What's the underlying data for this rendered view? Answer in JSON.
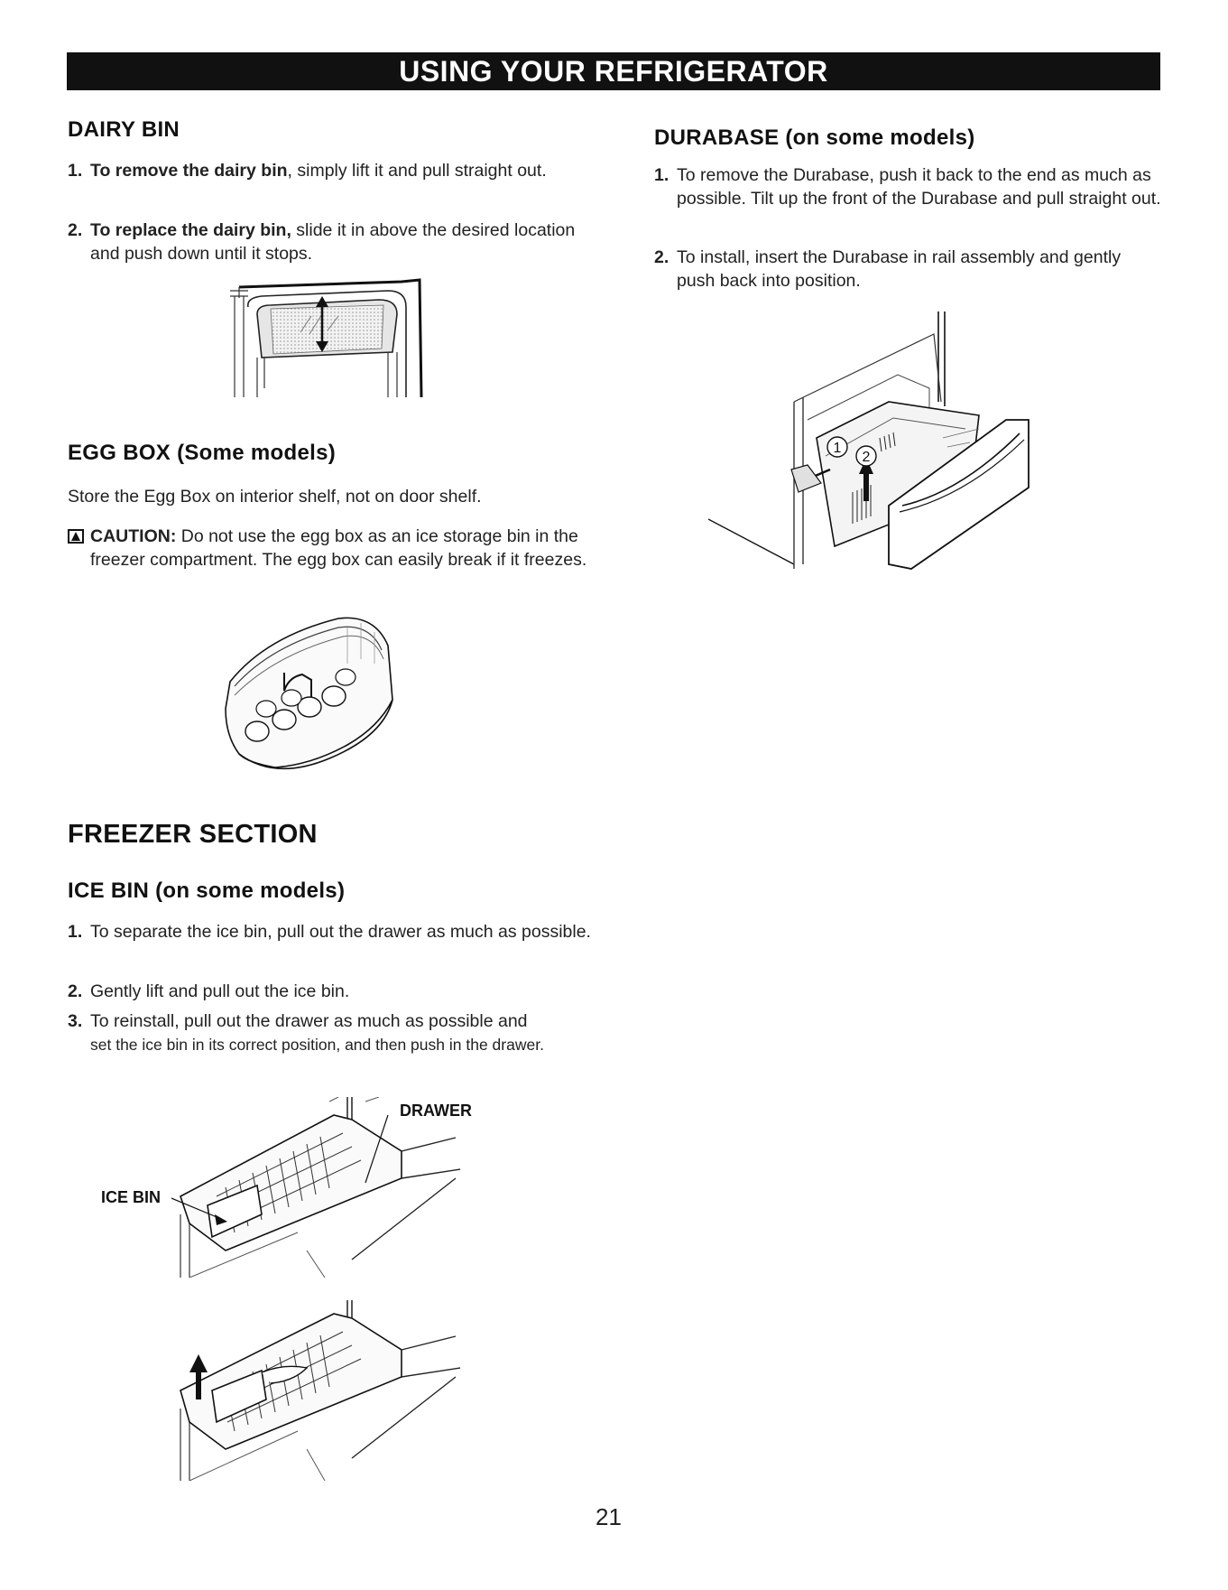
{
  "header": {
    "title": "USING YOUR REFRIGERATOR"
  },
  "dairy_bin": {
    "title": "DAIRY BIN",
    "steps": [
      {
        "num": "1.",
        "bold": "To remove the dairy bin",
        "text": ", simply lift it and pull straight out."
      },
      {
        "num": "2.",
        "bold": "To replace the dairy bin,",
        "text": " slide it in above the desired location and push down until it stops."
      }
    ]
  },
  "egg_box": {
    "title": "EGG BOX (Some models)",
    "text": "Store the Egg Box on interior shelf, not on door shelf.",
    "caution_label": "CAUTION:",
    "caution_text": " Do not use the egg box as an ice storage bin in the freezer compartment. The egg box can easily break if it freezes."
  },
  "freezer_section": {
    "title": "FREEZER SECTION"
  },
  "ice_bin": {
    "title": "ICE BIN (on some models)",
    "steps": [
      {
        "num": "1.",
        "text": "To separate the ice bin, pull out the drawer as much as possible."
      },
      {
        "num": "2.",
        "text": "Gently lift and pull out the ice bin."
      },
      {
        "num": "3.",
        "text": "To reinstall, pull out the drawer as much as possible and",
        "text2": "set the ice bin in its correct position, and then push in the drawer."
      }
    ],
    "labels": {
      "drawer": "DRAWER",
      "ice_bin": "ICE BIN"
    }
  },
  "durabase": {
    "title": "DURABASE  (on some models)",
    "steps": [
      {
        "num": "1.",
        "text": "To remove the Durabase, push it back to the end as much as possible. Tilt up the front of the Durabase and pull straight out."
      },
      {
        "num": "2.",
        "text": "To install, insert the Durabase in rail assembly and gently push back into position."
      }
    ],
    "markers": [
      "1",
      "2"
    ]
  },
  "footer": {
    "page_number": "21"
  }
}
